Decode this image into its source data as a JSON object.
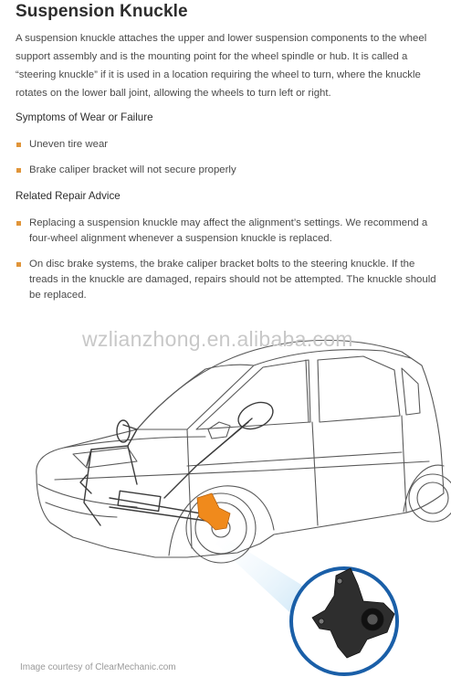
{
  "article": {
    "title": "Suspension Knuckle",
    "intro": "A suspension knuckle attaches the upper and lower suspension components to the wheel support assembly and is the mounting point for the wheel spindle or hub. It is called a “steering knuckle” if it is used in a location requiring the wheel to turn, where the knuckle rotates on the lower ball joint, allowing the wheels to turn left or right."
  },
  "symptoms": {
    "heading": "Symptoms of Wear or Failure",
    "items": [
      "Uneven tire wear",
      "Brake caliper bracket will not secure properly"
    ]
  },
  "advice": {
    "heading": "Related Repair Advice",
    "items": [
      "Replacing a suspension knuckle may affect the alignment’s settings. We recommend a four-wheel alignment whenever a suspension knuckle is replaced.",
      "On disc brake systems, the brake caliper bracket bolts to the steering knuckle. If the treads in the knuckle are damaged, repairs should not be attempted. The knuckle should be replaced."
    ]
  },
  "figure": {
    "watermark": "wzlianzhong.en.alibaba.com",
    "credit": "Image courtesy of ClearMechanic.com"
  },
  "colors": {
    "bullet": "#e0953a",
    "highlight": "#f08a1c",
    "zoom_ring": "#1a5fa8",
    "zoom_beam": "#bfe0f5"
  }
}
